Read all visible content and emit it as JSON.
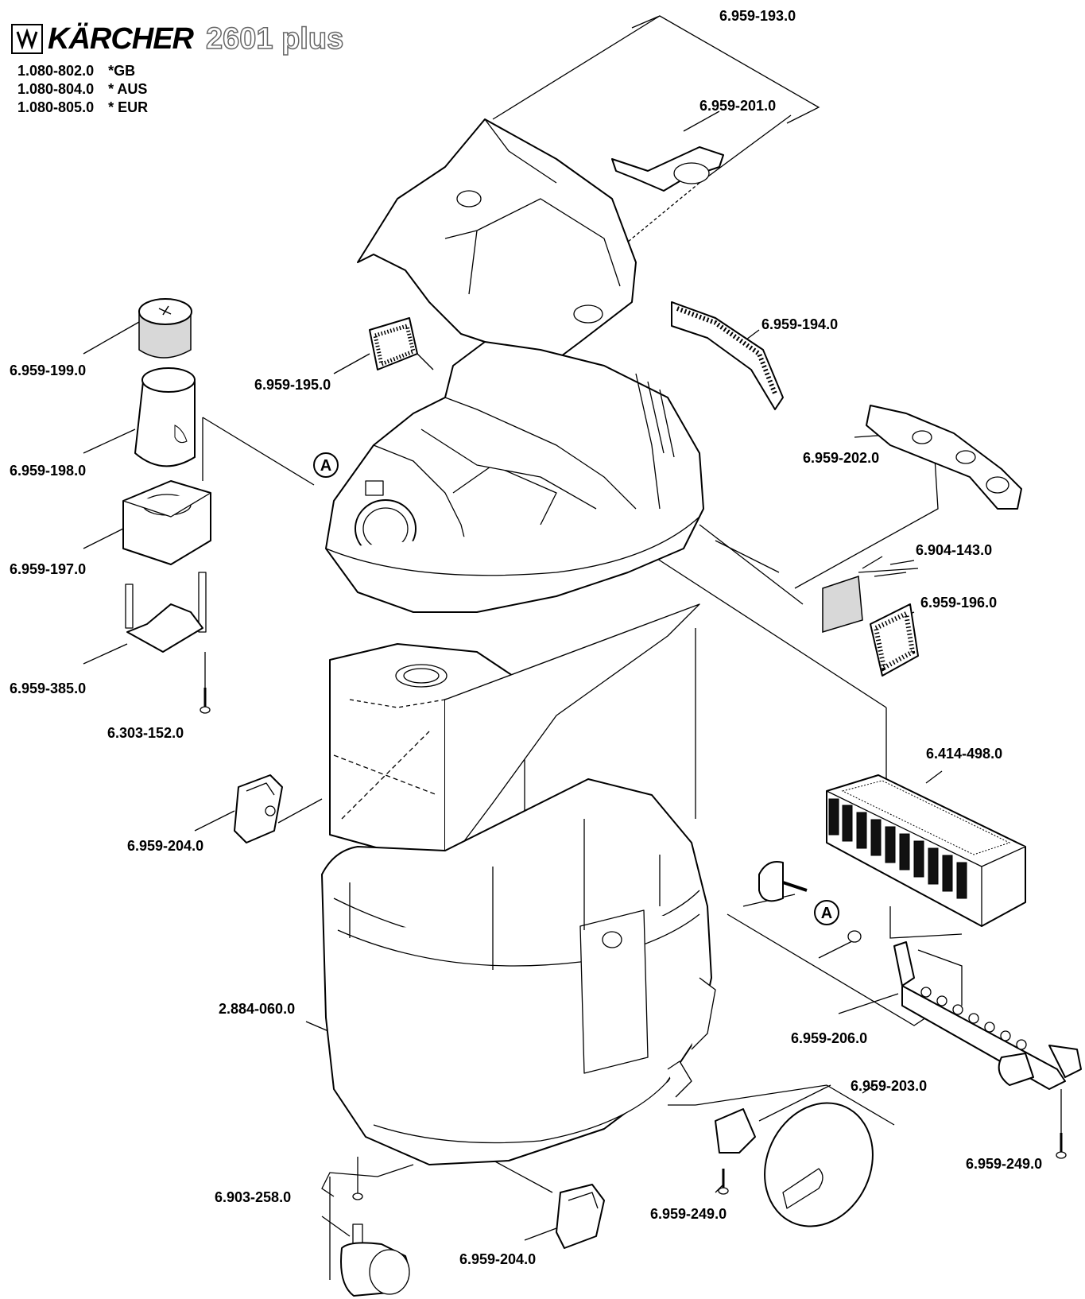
{
  "header": {
    "brand": "KÄRCHER",
    "model": "2601 plus",
    "variants": [
      {
        "code": "1.080-802.0",
        "region": "*GB"
      },
      {
        "code": "1.080-804.0",
        "region": "* AUS"
      },
      {
        "code": "1.080-805.0",
        "region": "* EUR"
      }
    ]
  },
  "reference_marker": "A",
  "parts": [
    {
      "id": "cover",
      "number": "6.959-193.0"
    },
    {
      "id": "handle",
      "number": "6.959-201.0"
    },
    {
      "id": "side-filter",
      "number": "6.959-194.0"
    },
    {
      "id": "small-grille",
      "number": "6.959-195.0"
    },
    {
      "id": "filter-cap",
      "number": "6.959-199.0"
    },
    {
      "id": "filter-cartridge",
      "number": "6.959-198.0"
    },
    {
      "id": "filter-holder",
      "number": "6.959-197.0"
    },
    {
      "id": "bracket",
      "number": "6.959-385.0"
    },
    {
      "id": "screw-small",
      "number": "6.303-152.0"
    },
    {
      "id": "accessory-clip",
      "number": "6.959-202.0"
    },
    {
      "id": "pad",
      "number": "6.904-143.0"
    },
    {
      "id": "vent-grille",
      "number": "6.959-196.0"
    },
    {
      "id": "cartridge-filter",
      "number": "6.414-498.0"
    },
    {
      "id": "latch-left",
      "number": "6.959-204.0"
    },
    {
      "id": "container",
      "number": "2.884-060.0"
    },
    {
      "id": "tool-rail",
      "number": "6.959-206.0"
    },
    {
      "id": "wheel",
      "number": "6.959-203.0"
    },
    {
      "id": "rail-screw",
      "number": "6.959-249.0"
    },
    {
      "id": "castor",
      "number": "6.903-258.0"
    },
    {
      "id": "wheel-screw",
      "number": "6.959-249.0"
    },
    {
      "id": "latch-bottom",
      "number": "6.959-204.0"
    }
  ]
}
